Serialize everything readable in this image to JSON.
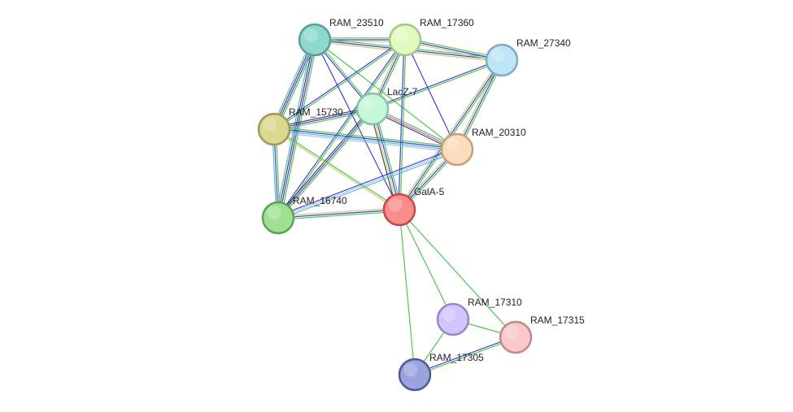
{
  "nodes": [
    {
      "id": "RAM_23510",
      "label": "RAM_23510",
      "fill": "#8fd8cf",
      "stroke": "#5a9e96"
    },
    {
      "id": "RAM_17360",
      "label": "RAM_17360",
      "fill": "#e0fbbf",
      "stroke": "#a9c28a"
    },
    {
      "id": "RAM_27340",
      "label": "RAM_27340",
      "fill": "#bde4f7",
      "stroke": "#82aac0"
    },
    {
      "id": "LacZ-7",
      "label": "LacZ-7",
      "fill": "#c5f7d9",
      "stroke": "#86c59d"
    },
    {
      "id": "RAM_15730",
      "label": "RAM_15730",
      "fill": "#dbd890",
      "stroke": "#9e9b55"
    },
    {
      "id": "RAM_20310",
      "label": "RAM_20310",
      "fill": "#fbdcbd",
      "stroke": "#c3a17f"
    },
    {
      "id": "GalA-5",
      "label": "GalA-5",
      "fill": "#fb8c8c",
      "stroke": "#c4494b"
    },
    {
      "id": "RAM_16740",
      "label": "RAM_16740",
      "fill": "#9fe092",
      "stroke": "#5ea352"
    },
    {
      "id": "RAM_17310",
      "label": "RAM_17310",
      "fill": "#d2c3fb",
      "stroke": "#9887c4"
    },
    {
      "id": "RAM_17315",
      "label": "RAM_17315",
      "fill": "#f9c8c8",
      "stroke": "#bf8a8a"
    },
    {
      "id": "RAM_17305",
      "label": "RAM_17305",
      "fill": "#9aa3de",
      "stroke": "#4f5a99"
    }
  ],
  "edge_colors": {
    "green": "#3dbf3d",
    "blue": "#2b2bd4",
    "olive": "#c7c75a",
    "cyan": "#3fb6d6",
    "dark": "#333333",
    "magenta": "#d03bd0",
    "lightblue": "#9fbbe0"
  },
  "edges": [
    {
      "source": "RAM_23510",
      "target": "RAM_17360",
      "types": [
        "green",
        "blue",
        "olive"
      ]
    },
    {
      "source": "RAM_23510",
      "target": "RAM_27340",
      "types": [
        "green",
        "blue",
        "olive"
      ]
    },
    {
      "source": "RAM_23510",
      "target": "LacZ-7",
      "types": [
        "green",
        "blue"
      ]
    },
    {
      "source": "RAM_23510",
      "target": "RAM_15730",
      "types": [
        "green",
        "blue",
        "dark",
        "cyan"
      ]
    },
    {
      "source": "RAM_23510",
      "target": "RAM_16740",
      "types": [
        "green",
        "blue",
        "dark",
        "cyan"
      ]
    },
    {
      "source": "RAM_23510",
      "target": "GalA-5",
      "types": [
        "blue"
      ]
    },
    {
      "source": "RAM_23510",
      "target": "RAM_20310",
      "types": [
        "green"
      ]
    },
    {
      "source": "RAM_17360",
      "target": "RAM_27340",
      "types": [
        "green",
        "blue",
        "olive"
      ]
    },
    {
      "source": "RAM_17360",
      "target": "LacZ-7",
      "types": [
        "green",
        "blue",
        "olive"
      ]
    },
    {
      "source": "RAM_17360",
      "target": "RAM_15730",
      "types": [
        "green",
        "blue"
      ]
    },
    {
      "source": "RAM_17360",
      "target": "RAM_16740",
      "types": [
        "green",
        "blue"
      ]
    },
    {
      "source": "RAM_17360",
      "target": "GalA-5",
      "types": [
        "green",
        "blue"
      ]
    },
    {
      "source": "RAM_17360",
      "target": "RAM_20310",
      "types": [
        "blue"
      ]
    },
    {
      "source": "RAM_27340",
      "target": "LacZ-7",
      "types": [
        "green",
        "blue"
      ]
    },
    {
      "source": "RAM_27340",
      "target": "RAM_20310",
      "types": [
        "green",
        "blue",
        "olive"
      ]
    },
    {
      "source": "RAM_27340",
      "target": "GalA-5",
      "types": [
        "green",
        "blue",
        "olive"
      ]
    },
    {
      "source": "LacZ-7",
      "target": "RAM_15730",
      "types": [
        "green",
        "blue",
        "dark"
      ]
    },
    {
      "source": "LacZ-7",
      "target": "RAM_20310",
      "types": [
        "green",
        "magenta",
        "dark"
      ]
    },
    {
      "source": "LacZ-7",
      "target": "GalA-5",
      "types": [
        "green",
        "blue",
        "olive",
        "dark"
      ]
    },
    {
      "source": "LacZ-7",
      "target": "RAM_16740",
      "types": [
        "green",
        "blue",
        "dark"
      ]
    },
    {
      "source": "RAM_15730",
      "target": "RAM_20310",
      "types": [
        "green",
        "blue",
        "cyan",
        "lightblue"
      ]
    },
    {
      "source": "RAM_15730",
      "target": "GalA-5",
      "types": [
        "green",
        "olive"
      ]
    },
    {
      "source": "RAM_15730",
      "target": "RAM_16740",
      "types": [
        "green",
        "blue",
        "cyan"
      ]
    },
    {
      "source": "RAM_20310",
      "target": "GalA-5",
      "types": [
        "green",
        "blue",
        "olive"
      ]
    },
    {
      "source": "RAM_20310",
      "target": "RAM_16740",
      "types": [
        "cyan",
        "lightblue",
        "blue"
      ]
    },
    {
      "source": "GalA-5",
      "target": "RAM_16740",
      "types": [
        "green",
        "blue",
        "olive"
      ]
    },
    {
      "source": "GalA-5",
      "target": "RAM_17310",
      "types": [
        "green"
      ]
    },
    {
      "source": "GalA-5",
      "target": "RAM_17315",
      "types": [
        "green"
      ]
    },
    {
      "source": "GalA-5",
      "target": "RAM_17305",
      "types": [
        "green"
      ]
    },
    {
      "source": "RAM_17310",
      "target": "RAM_17315",
      "types": [
        "green"
      ]
    },
    {
      "source": "RAM_17310",
      "target": "RAM_17305",
      "types": [
        "green"
      ]
    },
    {
      "source": "RAM_17315",
      "target": "RAM_17305",
      "types": [
        "green",
        "blue"
      ]
    }
  ]
}
